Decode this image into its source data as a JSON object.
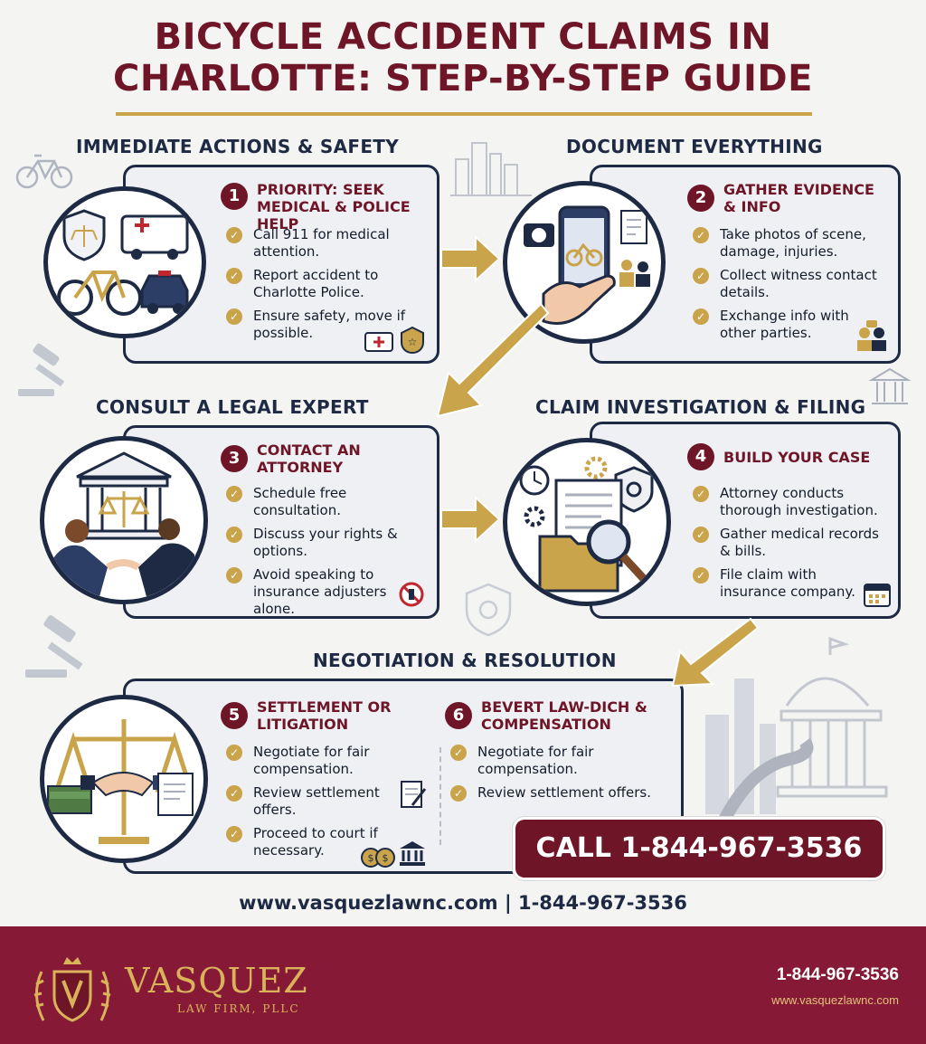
{
  "title_line1": "BICYCLE ACCIDENT CLAIMS IN",
  "title_line2": "CHARLOTTE: STEP-BY-STEP GUIDE",
  "sections": {
    "s1": "IMMEDIATE ACTIONS & SAFETY",
    "s2": "DOCUMENT EVERYTHING",
    "s3": "CONSULT A LEGAL EXPERT",
    "s4": "CLAIM INVESTIGATION & FILING",
    "s5": "NEGOTIATION & RESOLUTION"
  },
  "steps": [
    {
      "num": "1",
      "title": "PRIORITY: SEEK MEDICAL & POLICE HELP",
      "bullets": [
        "Call 911 for medical attention.",
        "Report accident to Charlotte Police.",
        "Ensure safety, move if possible."
      ]
    },
    {
      "num": "2",
      "title": "GATHER EVIDENCE & INFO",
      "bullets": [
        "Take photos of scene, damage, injuries.",
        "Collect witness contact details.",
        "Exchange info with other parties."
      ]
    },
    {
      "num": "3",
      "title": "CONTACT AN ATTORNEY",
      "bullets": [
        "Schedule free consultation.",
        "Discuss your rights & options.",
        "Avoid speaking to insurance adjusters alone."
      ]
    },
    {
      "num": "4",
      "title": "BUILD YOUR CASE",
      "bullets": [
        "Attorney conducts thorough investigation.",
        "Gather medical records & bills.",
        "File claim with insurance company."
      ]
    },
    {
      "num": "5",
      "title": "SETTLEMENT OR LITIGATION",
      "bullets": [
        "Negotiate for fair compensation.",
        "Review settlement offers.",
        "Proceed to court if necessary."
      ]
    },
    {
      "num": "6",
      "title": "BEVERT LAW-DICH & COMPENSATION",
      "bullets": [
        "Negotiate for fair compensation.",
        "Review settlement offers."
      ]
    }
  ],
  "cta": "CALL 1-844-967-3536",
  "footer_line": "www.vasquezlawnc.com | 1-844-967-3536",
  "logo": {
    "name": "VASQUEZ",
    "sub": "LAW FIRM, PLLC"
  },
  "footer_phone": "1-844-967-3536",
  "footer_web": "www.vasquezlawnc.com",
  "colors": {
    "brand": "#6e1528",
    "gold": "#c9a44a",
    "navy": "#1e2a44",
    "footer": "#861a36"
  },
  "icons": [
    "bicycle-icon",
    "ambulance-icon",
    "police-car-icon",
    "shield-icon",
    "first-aid-icon",
    "badge-icon",
    "camera-icon",
    "phone-icon",
    "document-icon",
    "witness-icon",
    "courthouse-icon",
    "handshake-icon",
    "no-phone-icon",
    "clock-icon",
    "gear-icon",
    "magnifier-icon",
    "folder-icon",
    "calendar-icon",
    "scales-icon",
    "money-icon",
    "gavel-icon",
    "skyline-icon"
  ]
}
